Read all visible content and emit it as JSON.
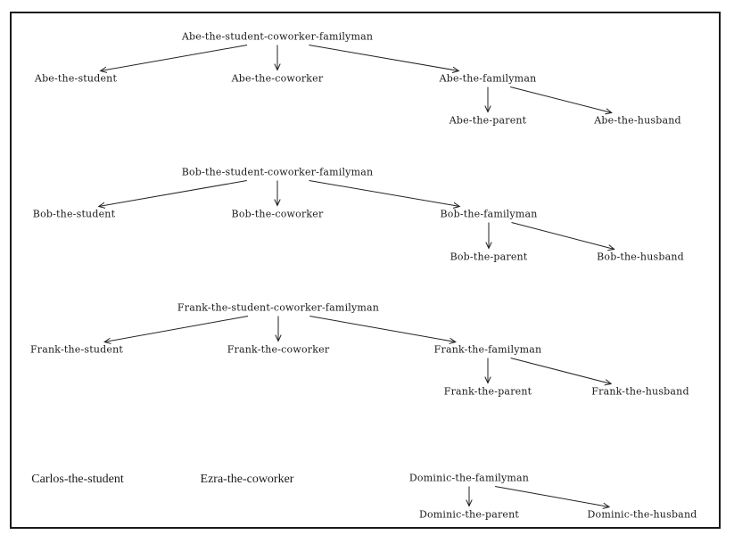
{
  "nodes": {
    "abe_root": "Abe-the-student-coworker-familyman",
    "abe_student": "Abe-the-student",
    "abe_coworker": "Abe-the-coworker",
    "abe_familyman": "Abe-the-familyman",
    "abe_parent": "Abe-the-parent",
    "abe_husband": "Abe-the-husband",
    "bob_root": "Bob-the-student-coworker-familyman",
    "bob_student": "Bob-the-student",
    "bob_coworker": "Bob-the-coworker",
    "bob_familyman": "Bob-the-familyman",
    "bob_parent": "Bob-the-parent",
    "bob_husband": "Bob-the-husband",
    "frank_root": "Frank-the-student-coworker-familyman",
    "frank_student": "Frank-the-student",
    "frank_coworker": "Frank-the-coworker",
    "frank_familyman": "Frank-the-familyman",
    "frank_parent": "Frank-the-parent",
    "frank_husband": "Frank-the-husband",
    "carlos_student": "Carlos-the-student",
    "ezra_coworker": "Ezra-the-coworker",
    "dominic_familyman": "Dominic-the-familyman",
    "dominic_parent": "Dominic-the-parent",
    "dominic_husband": "Dominic-the-husband"
  },
  "edges": [
    [
      "abe_root",
      "abe_student"
    ],
    [
      "abe_root",
      "abe_coworker"
    ],
    [
      "abe_root",
      "abe_familyman"
    ],
    [
      "abe_familyman",
      "abe_parent"
    ],
    [
      "abe_familyman",
      "abe_husband"
    ],
    [
      "bob_root",
      "bob_student"
    ],
    [
      "bob_root",
      "bob_coworker"
    ],
    [
      "bob_root",
      "bob_familyman"
    ],
    [
      "bob_familyman",
      "bob_parent"
    ],
    [
      "bob_familyman",
      "bob_husband"
    ],
    [
      "frank_root",
      "frank_student"
    ],
    [
      "frank_root",
      "frank_coworker"
    ],
    [
      "frank_root",
      "frank_familyman"
    ],
    [
      "frank_familyman",
      "frank_parent"
    ],
    [
      "frank_familyman",
      "frank_husband"
    ],
    [
      "dominic_familyman",
      "dominic_parent"
    ],
    [
      "dominic_familyman",
      "dominic_husband"
    ]
  ]
}
